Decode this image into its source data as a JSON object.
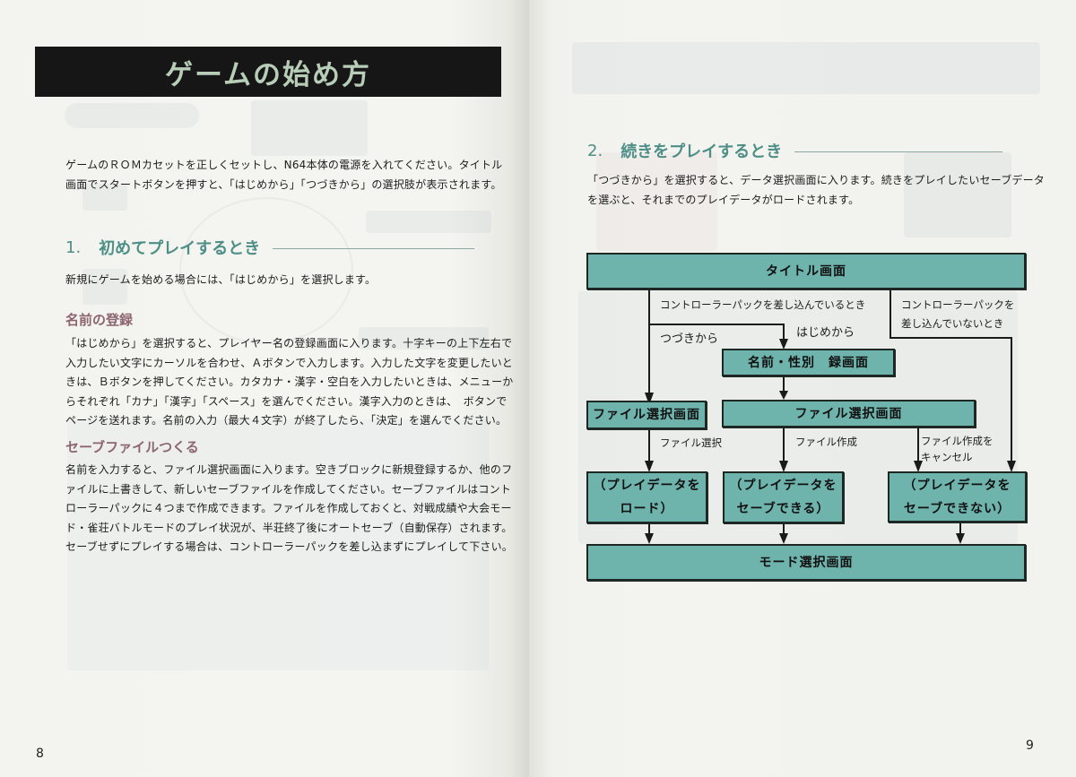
{
  "left_page": {
    "title": "ゲームの始め方",
    "intro": [
      "ゲームのＲＯＭカセットを正しくセットし、N64本体の電源を入れてください。タイトル",
      "画面でスタートボタンを押すと、「はじめから」「つづきから」の選択肢が表示されます。"
    ],
    "section1": {
      "number": "1.",
      "heading": "初めてプレイするとき",
      "body": "新規にゲームを始める場合には、「はじめから」を選択します。"
    },
    "name_registration": {
      "heading": "名前の登録",
      "lines": [
        "「はじめから」を選択すると、プレイヤー名の登録画面に入ります。十字キーの上下左右で",
        "入力したい文字にカーソルを合わせ、Ａボタンで入力します。入力した文字を変更したいと",
        "きは、Ｂボタンを押してください。カタカナ・漢字・空白を入力したいときは、メニューか",
        "らそれぞれ「カナ」「漢字」「スペース」を選んでください。漢字入力のときは、　ボタンで",
        "ページを送れます。名前の入力（最大４文字）が終了したら、「決定」を選んでください。"
      ]
    },
    "save_file": {
      "heading": "セーブファイルつくる",
      "lines": [
        "名前を入力すると、ファイル選択画面に入ります。空きブロックに新規登録するか、他のフ",
        "ァイルに上書きして、新しいセーブファイルを作成してください。セーブファイルはコント",
        "ローラーパックに４つまで作成できます。ファイルを作成しておくと、対戦成績や大会モー",
        "ド・雀荘バトルモードのプレイ状況が、半荘終了後にオートセーブ（自動保存）されます。",
        "セーブせずにプレイする場合は、コントローラーパックを差し込まずにプレイして下さい。"
      ]
    },
    "page_number": "8"
  },
  "right_page": {
    "section2": {
      "number": "2.",
      "heading": "続きをプレイするとき",
      "lines": [
        "「つづきから」を選択すると、データ選択画面に入ります。続きをプレイしたいセーブデータ",
        "を選ぶと、それまでのプレイデータがロードされます。"
      ]
    },
    "flowchart": {
      "boxes": {
        "title_screen": "タイトル画面",
        "name_gender": "名前・性別　録画面",
        "file_select_left": "ファイル選択画面",
        "file_select_center": "ファイル選択画面",
        "load_line1": "（プレイデータを",
        "load_line2": "ロード）",
        "can_save_line1": "（プレイデータを",
        "can_save_line2": "セーブできる）",
        "cannot_save_line1": "（プレイデータを",
        "cannot_save_line2": "セーブできない）",
        "mode_select": "モード選択画面"
      },
      "labels": {
        "pack_inserted": "コントローラーパックを差し込んでいるとき",
        "pack_not_inserted_1": "コントローラーパックを",
        "pack_not_inserted_2": "差し込んでいないとき",
        "continue": "つづきから",
        "new_game": "はじめから",
        "file_select": "ファイル選択",
        "file_create": "ファイル作成",
        "file_create_cancel_1": "ファイル作成を",
        "file_create_cancel_2": "キャンセル"
      }
    },
    "page_number": "9"
  },
  "colors": {
    "title_bar_bg": "#161616",
    "title_text": "#b7cdb7",
    "section_heading": "#4d8f86",
    "sub_heading": "#8c6570",
    "flow_box_fill": "#6fb3ad",
    "flow_box_border": "#1d2724"
  }
}
